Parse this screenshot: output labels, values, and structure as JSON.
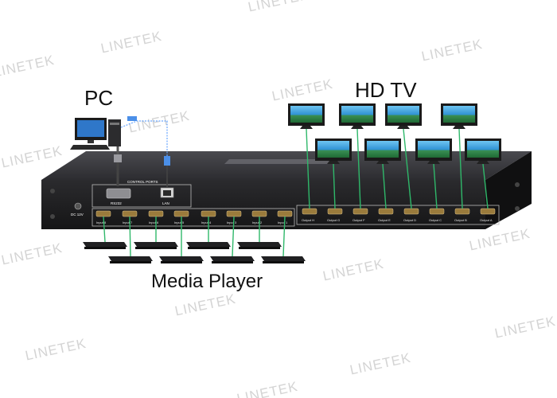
{
  "watermark": "LINETEK",
  "labels": {
    "pc": "PC",
    "hdtv": "HD TV",
    "media_player": "Media Player"
  },
  "panel": {
    "control_ports": "CONTROL PORTS",
    "rs232": "RS232",
    "lan": "LAN",
    "power": "DC 12V"
  },
  "inputs": [
    "Input 8",
    "Input 7",
    "Input 6",
    "Input 5",
    "Input 4",
    "Input 3",
    "Input 2",
    "Input 1"
  ],
  "outputs": [
    "Output H",
    "Output G",
    "Output F",
    "Output E",
    "Output D",
    "Output C",
    "Output B",
    "Output A"
  ],
  "colors": {
    "device_body": "#1d1d1f",
    "device_top": "#3a3a3e",
    "cable": "#2fb86a",
    "usb_cable": "#6aa7ff",
    "port": "#9a7b3c"
  }
}
